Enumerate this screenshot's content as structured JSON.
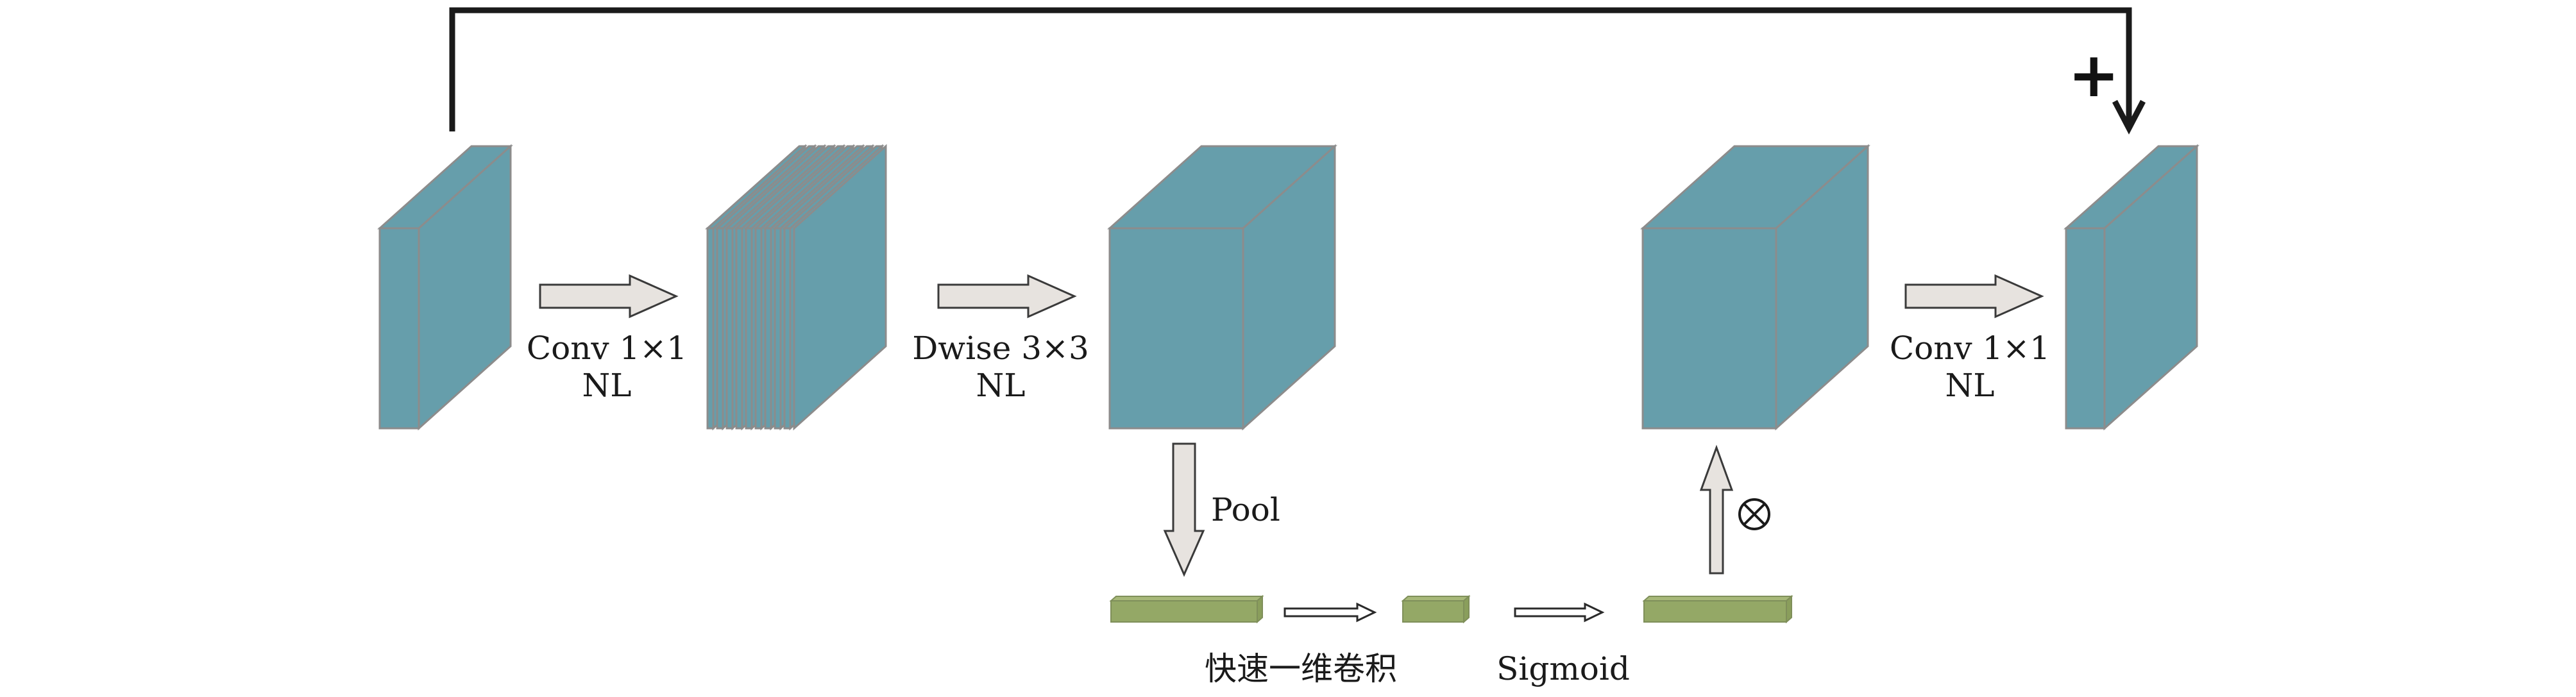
{
  "diagram": {
    "labels": {
      "conv1_line1": "Conv 1×1",
      "conv1_line2": "NL",
      "dwise_line1": "Dwise 3×3",
      "dwise_line2": "NL",
      "conv2_line1": "Conv 1×1",
      "conv2_line2": "NL",
      "pool": "Pool",
      "fast_conv1d": "快速一维卷积",
      "sigmoid": "Sigmoid",
      "residual_add": "+",
      "multiply": "⊗"
    },
    "colors": {
      "cube": "#669eab",
      "cube_edge": "#8c8c8c",
      "vector": "#94a866",
      "arrow_fill": "#e7e3df",
      "line": "#1a1a1a"
    }
  }
}
